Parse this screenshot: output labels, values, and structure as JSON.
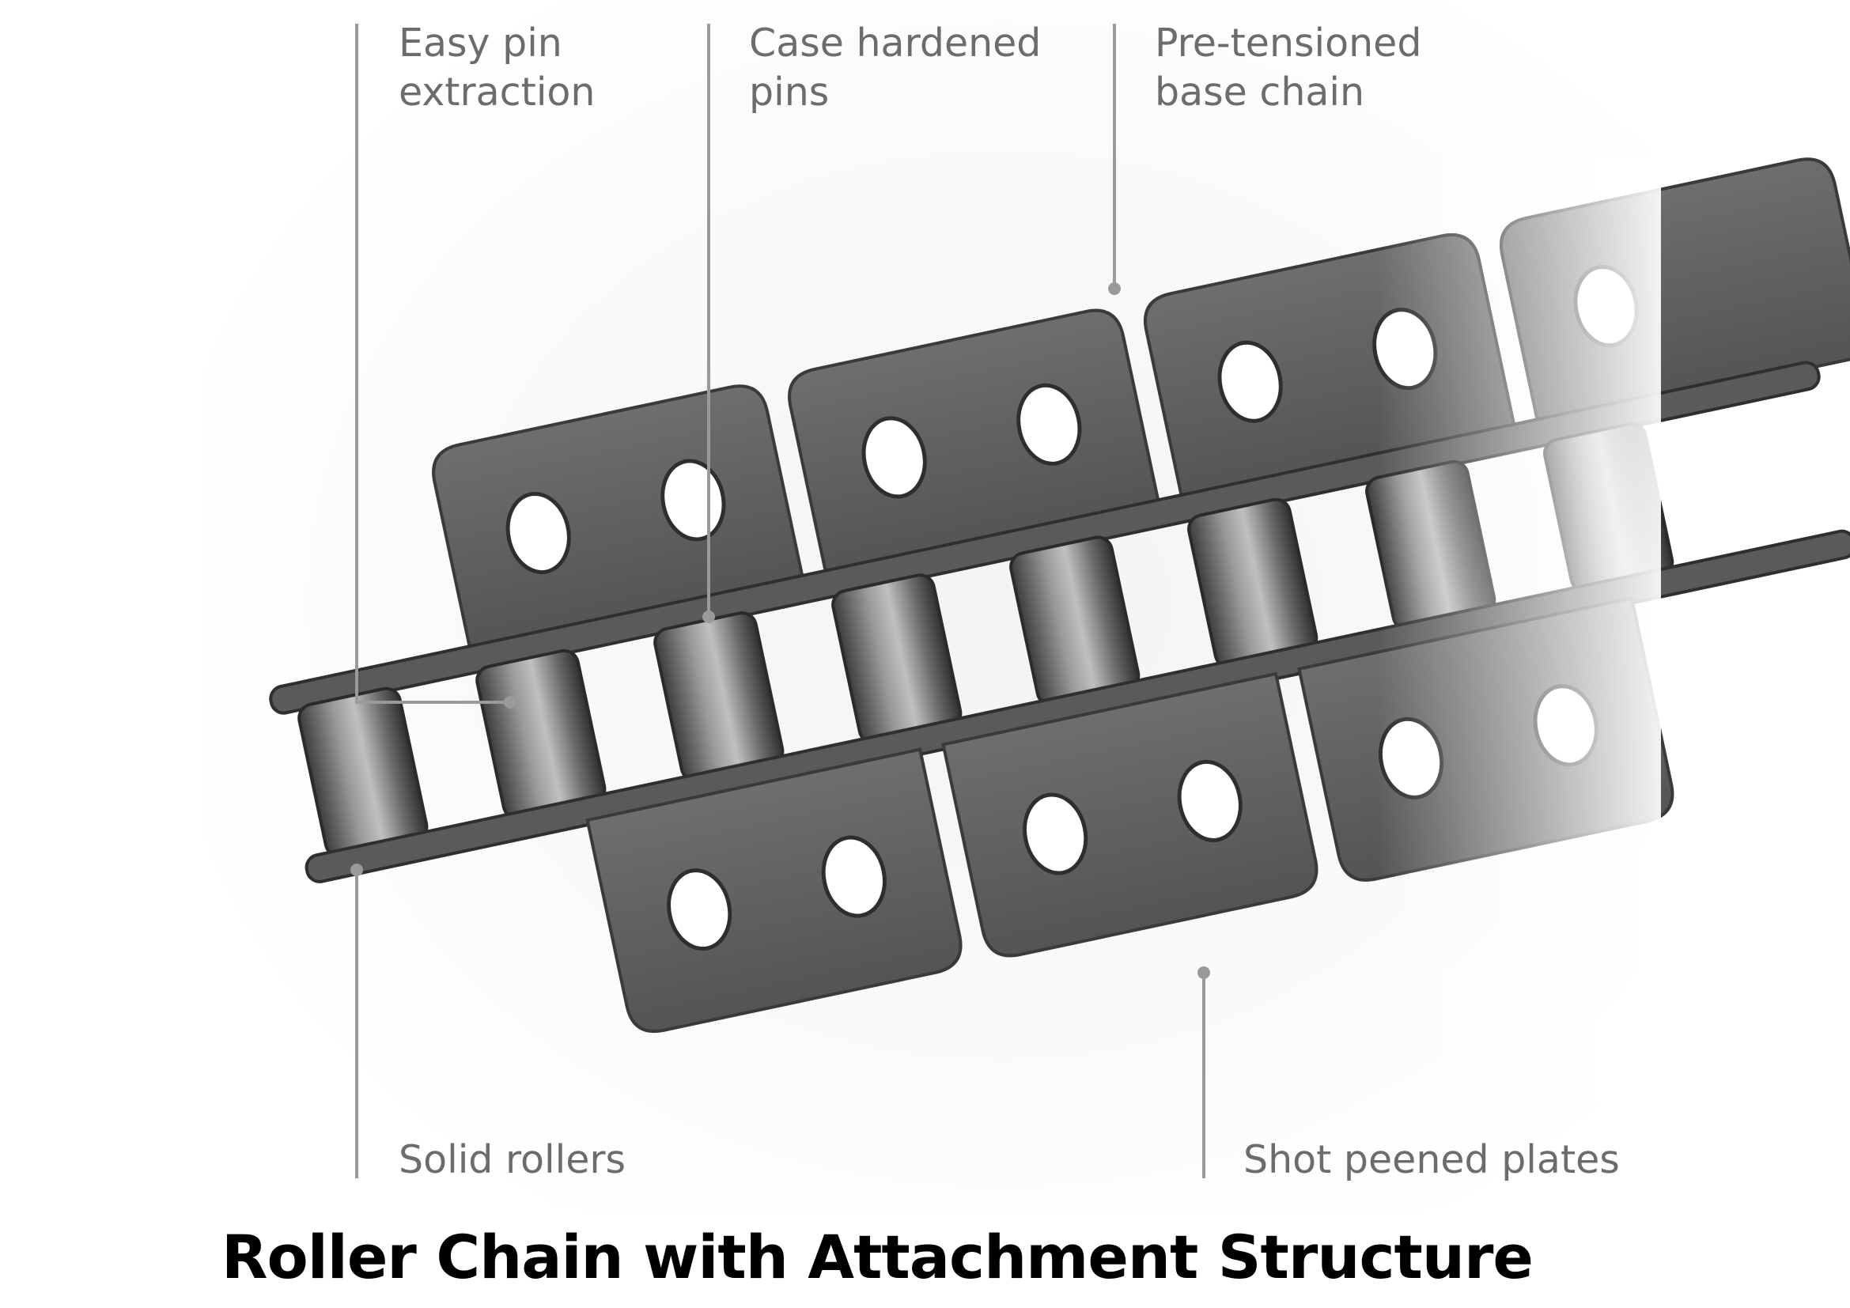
{
  "callouts": {
    "easy_pin": [
      "Easy pin",
      "extraction"
    ],
    "case_hardened": [
      "Case hardened",
      "pins"
    ],
    "pre_tensioned": [
      "Pre-tensioned",
      "base chain"
    ],
    "solid_rollers": [
      "Solid rollers"
    ],
    "shot_peened": [
      "Shot peened plates"
    ]
  },
  "caption": "Roller Chain with Attachment Structure",
  "colors": {
    "label_text": "#6c6c6c",
    "leader_line": "#9a9a9a",
    "plate_fill": "#5e5e5e",
    "plate_edge": "#3a3a3a",
    "roller_dark": "#4a4a4a",
    "roller_light": "#b4b4b4",
    "caption_text": "#000000"
  }
}
